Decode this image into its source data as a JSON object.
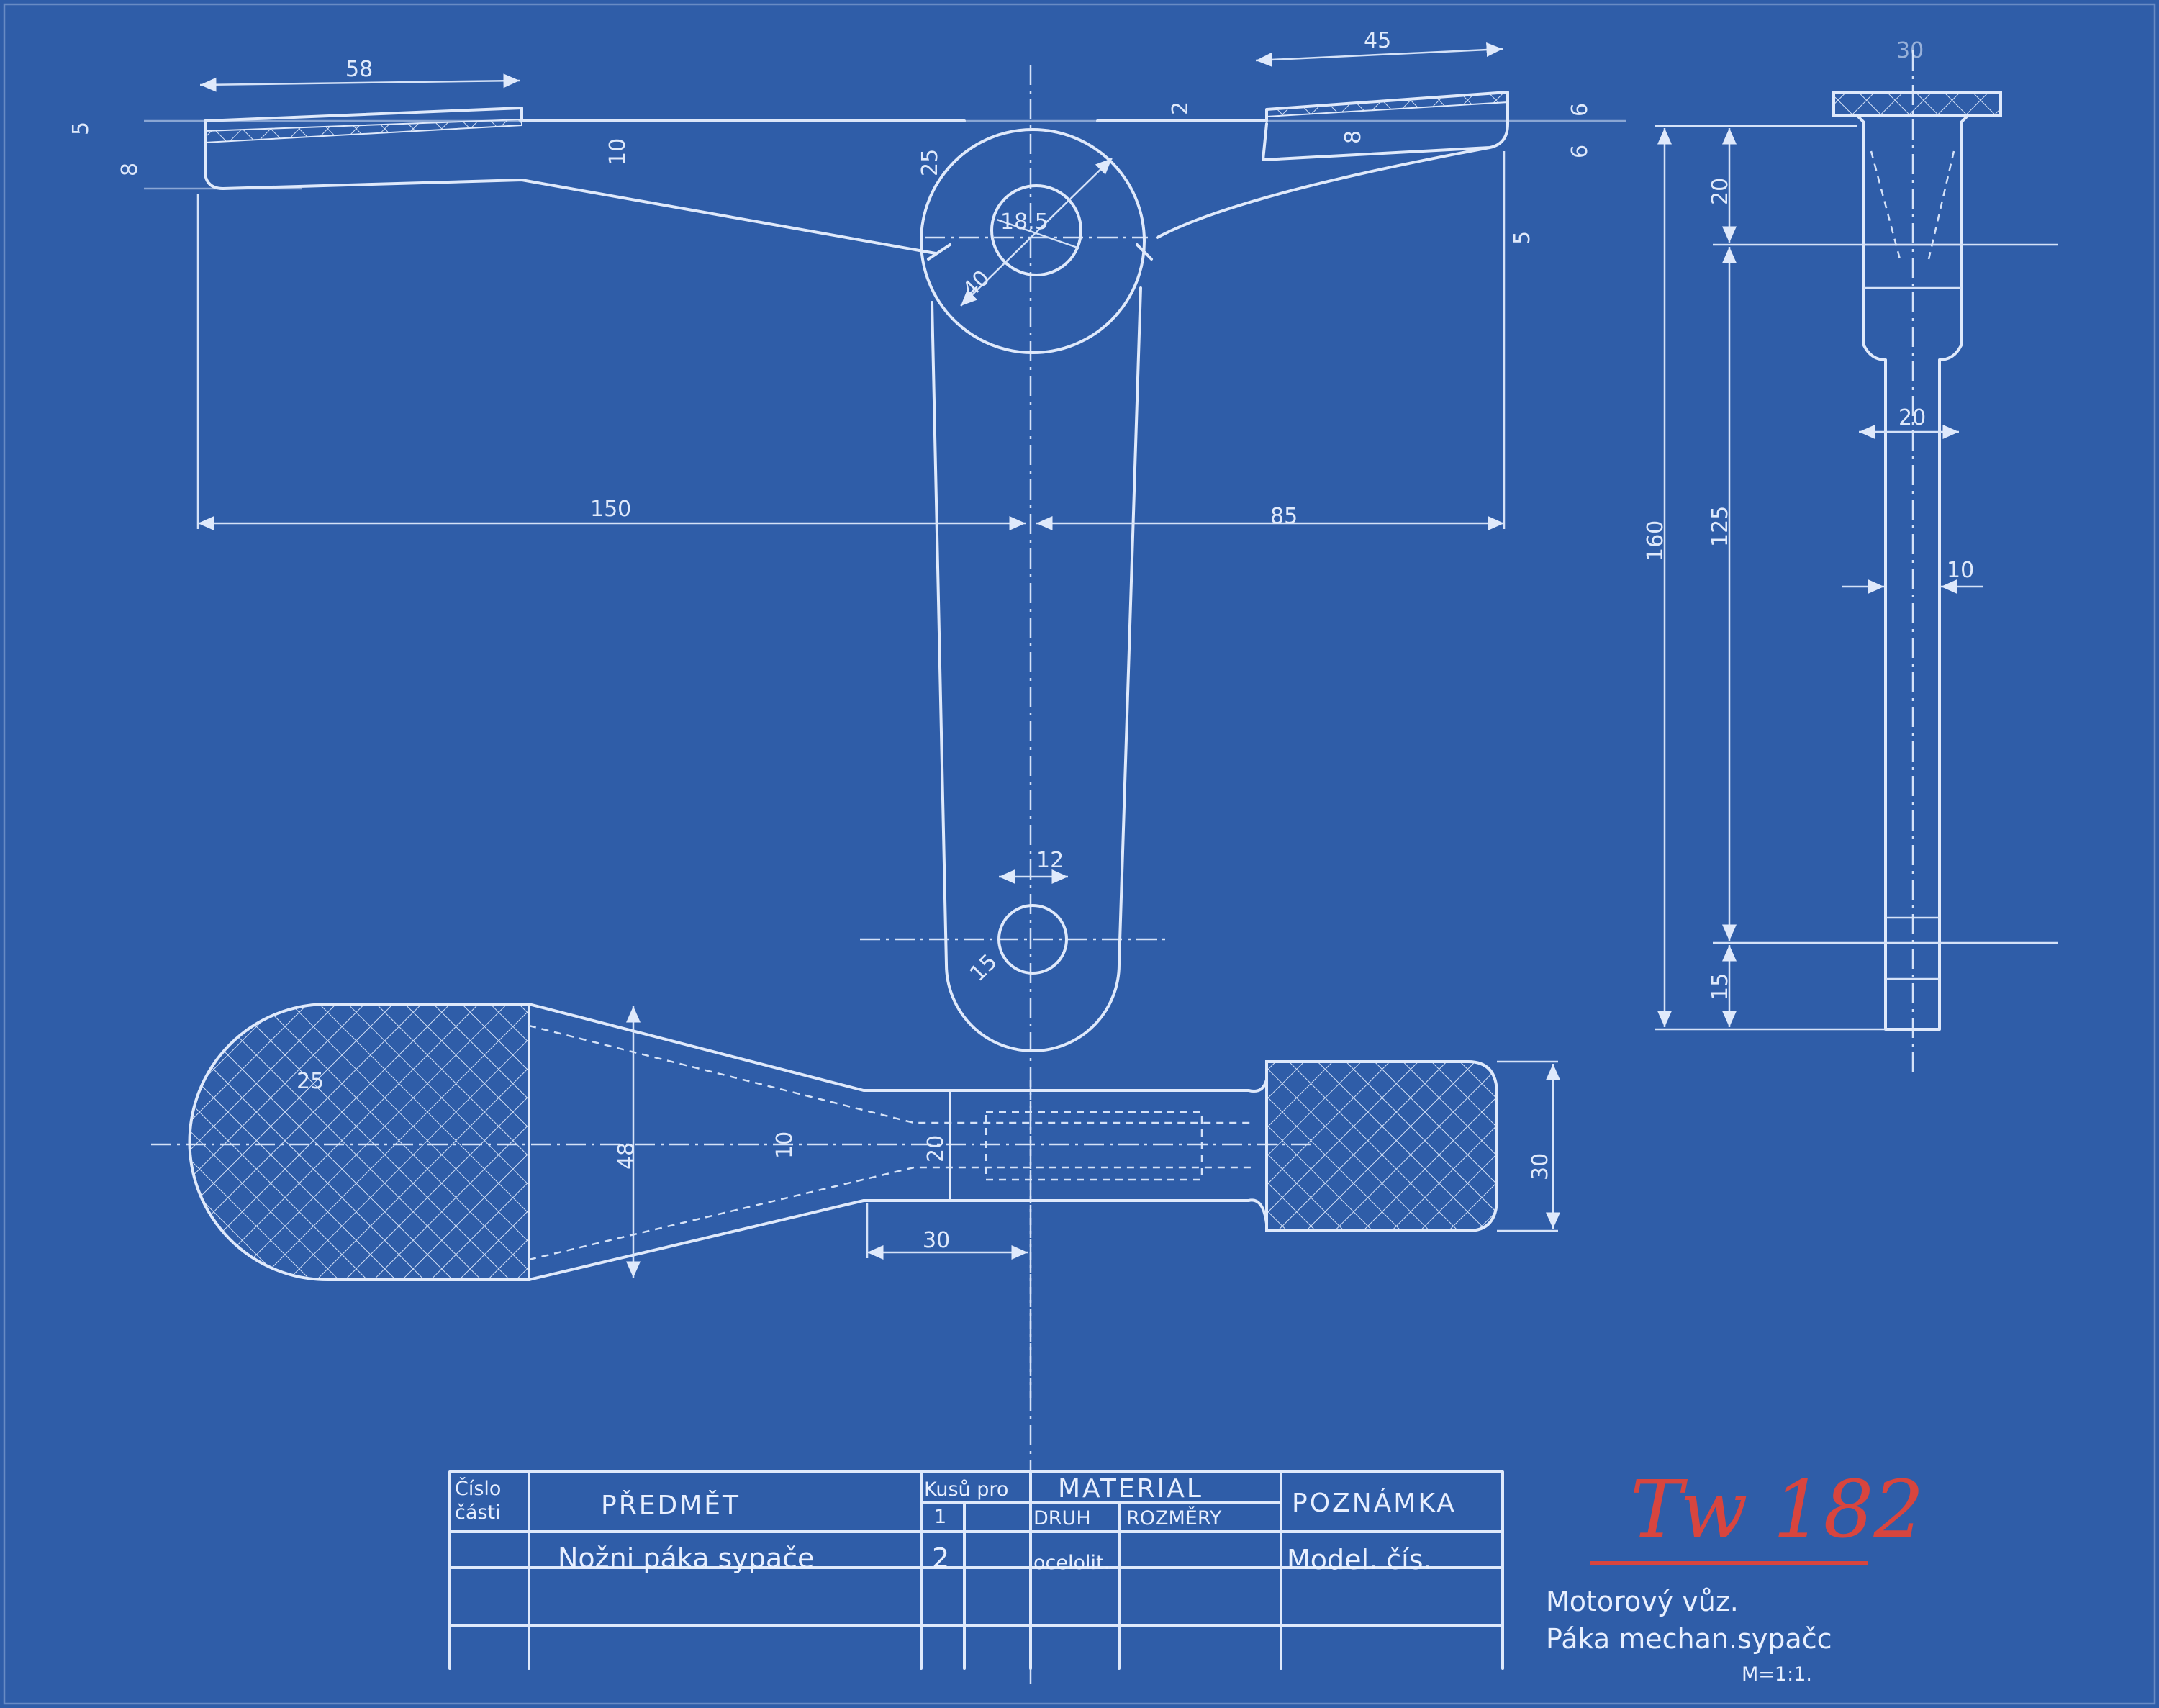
{
  "colors": {
    "paper": "#2f5da8",
    "ink": "#dfe9fb",
    "red_ink": "#d8453e"
  },
  "dimensions": {
    "top_left_len": "58",
    "top_right_len": "45",
    "left_5": "5",
    "left_8": "8",
    "v_10": "10",
    "v_25": "25",
    "bore": "18.5",
    "boss": "40",
    "r_2": "2",
    "r_8": "8",
    "r_6a": "6",
    "r_6b": "6",
    "r_5": "5",
    "span_150": "150",
    "span_85": "85",
    "hole_12": "12",
    "tip_15": "15",
    "plan_25": "25",
    "plan_48": "48",
    "plan_10": "10",
    "plan_20": "20",
    "plan_30w": "30",
    "plan_30h": "30",
    "side_20": "20",
    "side_160": "160",
    "side_125": "125",
    "side_15": "15",
    "side_w20": "20",
    "side_w10": "10",
    "side_top30": "30"
  },
  "title_block": {
    "col_part_no_1": "Číslo",
    "col_part_no_2": "části",
    "col_subject": "PŘEDMĚT",
    "col_qty": "Kusů pro",
    "col_qty_sub": "1",
    "col_material": "MATERIAL",
    "col_material_kind": "DRUH",
    "col_material_dims": "ROZMĚRY",
    "col_note": "POZNÁMKA",
    "row_subject": "Nožni páka sypače",
    "row_qty": "2",
    "row_material": "ocelolit.",
    "row_note": "Model. čís."
  },
  "stamp": "Tw 182",
  "caption": {
    "line1": "Motorový vůz.",
    "line2": "Páka mechan.sypačc",
    "scale": "M=1:1."
  }
}
